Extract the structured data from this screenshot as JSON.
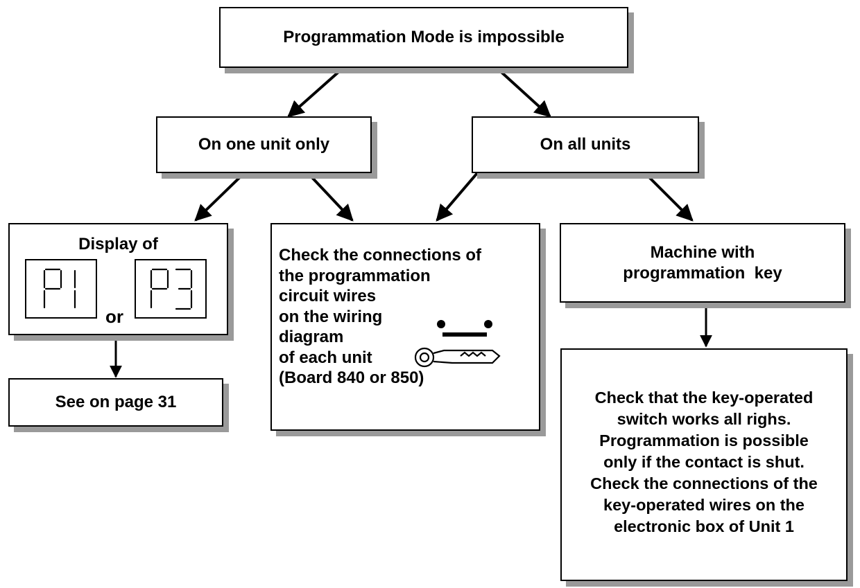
{
  "nodes": {
    "root": "Programmation Mode is impossible",
    "one_unit": "On one unit only",
    "all_units": "On all units",
    "display": {
      "title": "Display of",
      "code1": "P1",
      "or": "or",
      "code2": "P3"
    },
    "see_page": "See on page 31",
    "check_connections": [
      "Check the connections of",
      "the programmation",
      "circuit wires",
      "on the wiring",
      "diagram",
      "of each unit",
      "(Board 840 or 850)"
    ],
    "machine_key": [
      "Machine with",
      "programmation  key"
    ],
    "check_switch": [
      "Check that the key-operated",
      "switch works all righs.",
      "Programmation is possible",
      "only if the contact is shut.",
      "Check the connections of the",
      "key-operated wires on the",
      "electronic box of Unit 1"
    ]
  },
  "icons": [
    "key-switch-icon",
    "arrow-icon"
  ]
}
